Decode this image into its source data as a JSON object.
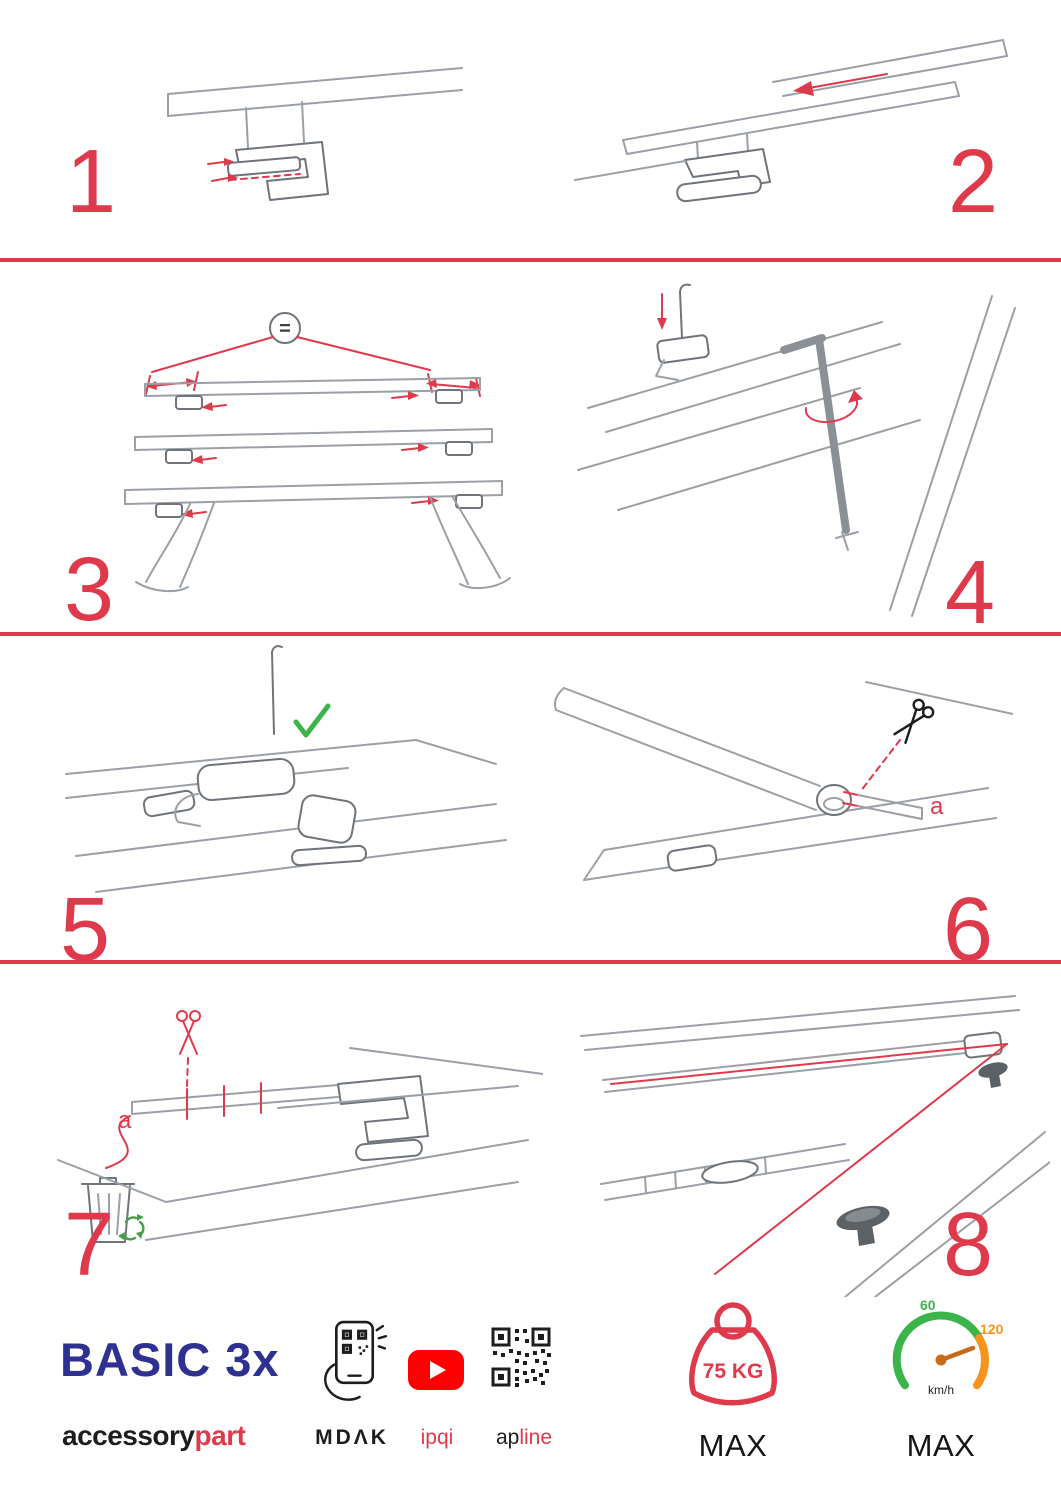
{
  "steps": [
    {
      "number": "1"
    },
    {
      "number": "2"
    },
    {
      "number": "3"
    },
    {
      "number": "4"
    },
    {
      "number": "5"
    },
    {
      "number": "6"
    },
    {
      "number": "7"
    },
    {
      "number": "8"
    }
  ],
  "labels": {
    "equals": "=",
    "step6_part": "a",
    "step7_part": "a"
  },
  "icons": {
    "equals_badge": "equals-badge-icon",
    "checkmark": "checkmark-icon",
    "scissors": "scissors-icon",
    "trash": "trash-bin-icon",
    "recycle": "recycle-icon",
    "phone_qr": "phone-qr-scan-icon",
    "youtube": "youtube-play-icon",
    "qr": "qr-code-icon",
    "weight": "weight-max-icon",
    "gauge": "speed-gauge-icon"
  },
  "footer": {
    "brand_title": "BASIC 3x",
    "brand_sub_black": "accessory",
    "brand_sub_red": "part",
    "mdak_label": "MDΛK",
    "ipqi_label": "ipqi",
    "apline_black": "ap",
    "apline_red": "line",
    "weight_value": "75 KG",
    "weight_max_label": "MAX",
    "gauge_low": "60",
    "gauge_high": "120",
    "gauge_unit": "km/h",
    "speed_max_label": "MAX"
  },
  "colors": {
    "accent_red": "#de3a4b",
    "brand_blue": "#2e3192",
    "ink": "#1d1d1f",
    "line_gray": "#9aa0a6",
    "line_dark": "#6e747a",
    "check_green": "#3bb54a",
    "gauge_green": "#3bb54a",
    "gauge_orange": "#f7941d",
    "needle_orange": "#c96a1b",
    "youtube_red": "#ff0000",
    "recycle_green": "#43a047"
  }
}
